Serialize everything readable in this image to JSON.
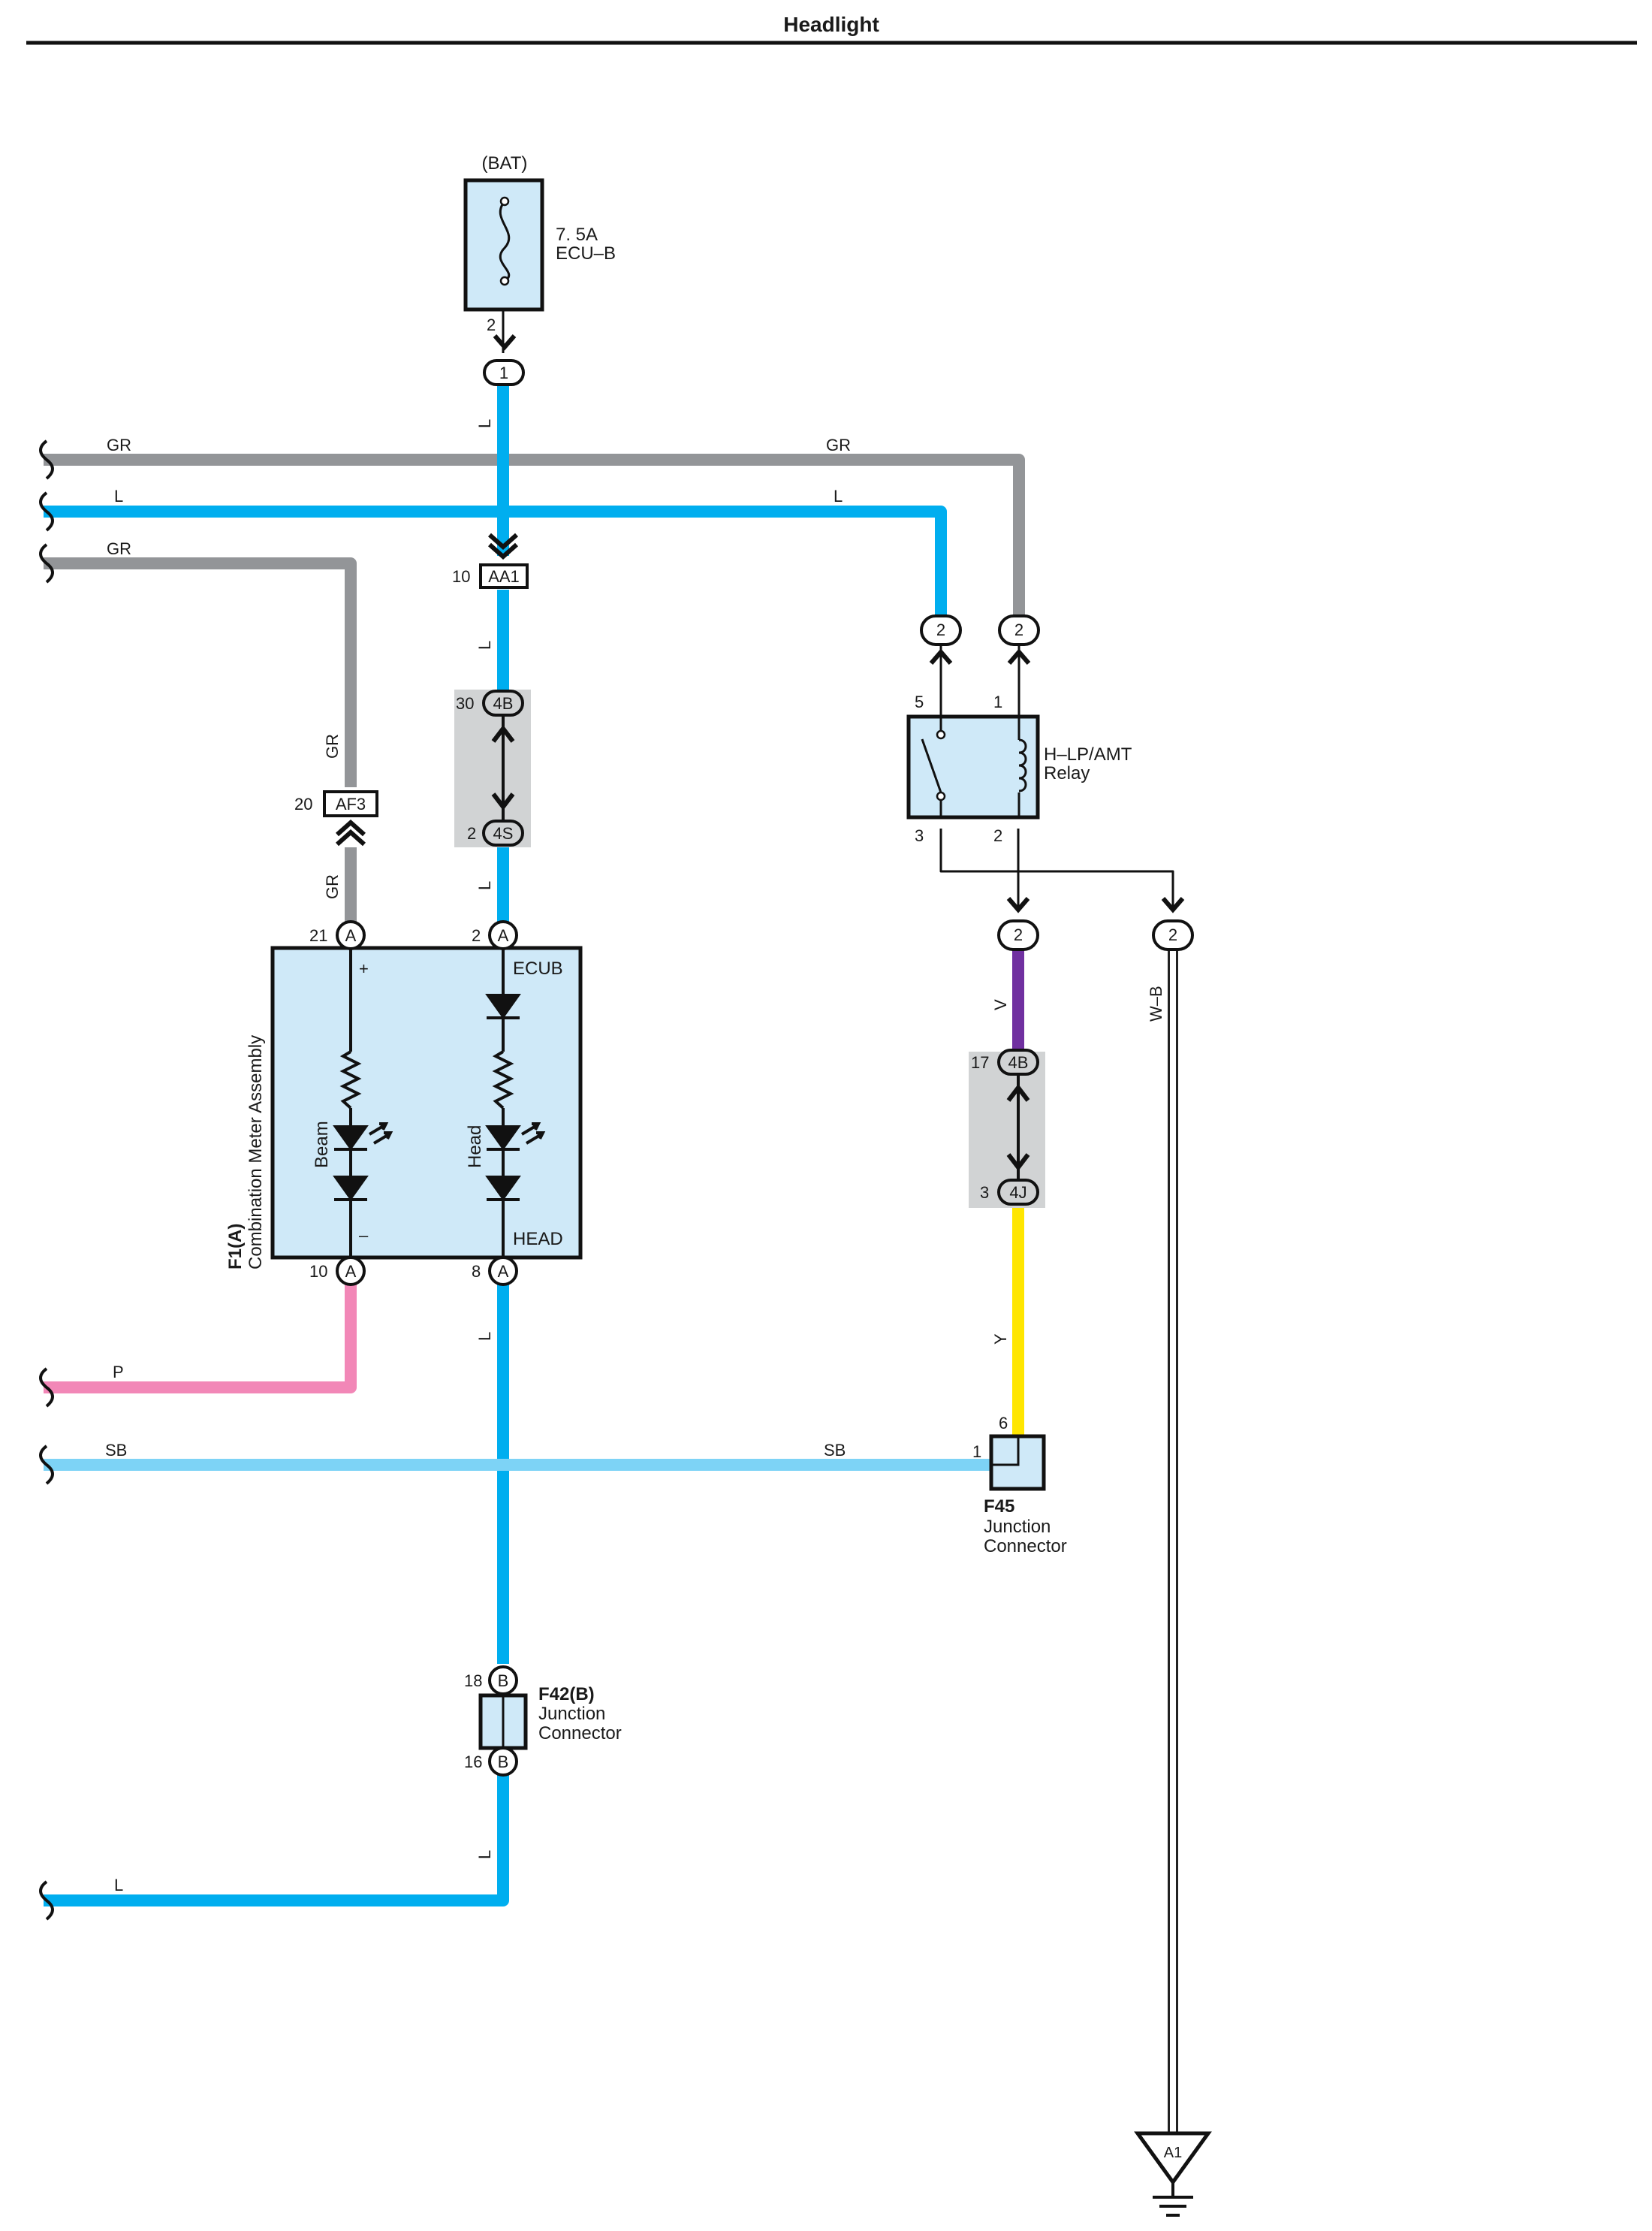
{
  "title": "Headlight",
  "colors": {
    "L": "#00aeef",
    "GR": "#939598",
    "P": "#f287b7",
    "SB": "#7dd3f6",
    "V": "#7030a0",
    "Y": "#ffe600",
    "W-B": "#ffffff",
    "component_fill": "#cfe9f8"
  },
  "fuse": {
    "source": "(BAT)",
    "rating": "7. 5A",
    "name": "ECU–B",
    "pin": "2",
    "junction": "1"
  },
  "wire_labels": {
    "L": "L",
    "GR": "GR",
    "P": "P",
    "SB": "SB",
    "V": "V",
    "Y": "Y",
    "WB": "W–B"
  },
  "connectors": {
    "aa1": {
      "id": "AA1",
      "pin": "10"
    },
    "af3": {
      "id": "AF3",
      "pin": "20"
    },
    "j4b_top": {
      "id": "4B",
      "pin": "30"
    },
    "j4s": {
      "id": "4S",
      "pin": "2"
    },
    "j4b_right": {
      "id": "4B",
      "pin": "17"
    },
    "j4j": {
      "id": "4J",
      "pin": "3"
    },
    "pin_2": "2"
  },
  "meter": {
    "id": "F1(A)",
    "name": "Combination Meter Assembly",
    "pin_beam_in": "21",
    "pin_head_in": "2",
    "pin_beam_out": "10",
    "pin_head_out": "8",
    "conn_letter": "A",
    "terminal_plus": "+",
    "terminal_minus": "–",
    "terminal_ecub": "ECUB",
    "terminal_head": "HEAD",
    "beam_label": "Beam",
    "head_label": "Head"
  },
  "relay": {
    "name_line1": "H–LP/AMT",
    "name_line2": "Relay",
    "pin_5": "5",
    "pin_1": "1",
    "pin_3": "3",
    "pin_2": "2"
  },
  "f45": {
    "id": "F45",
    "line1": "Junction",
    "line2": "Connector",
    "pin_6": "6",
    "pin_1": "1"
  },
  "f42": {
    "id": "F42(B)",
    "line1": "Junction",
    "line2": "Connector",
    "pin_18": "18",
    "pin_16": "16",
    "conn_letter": "B"
  },
  "ground": {
    "id": "A1"
  }
}
